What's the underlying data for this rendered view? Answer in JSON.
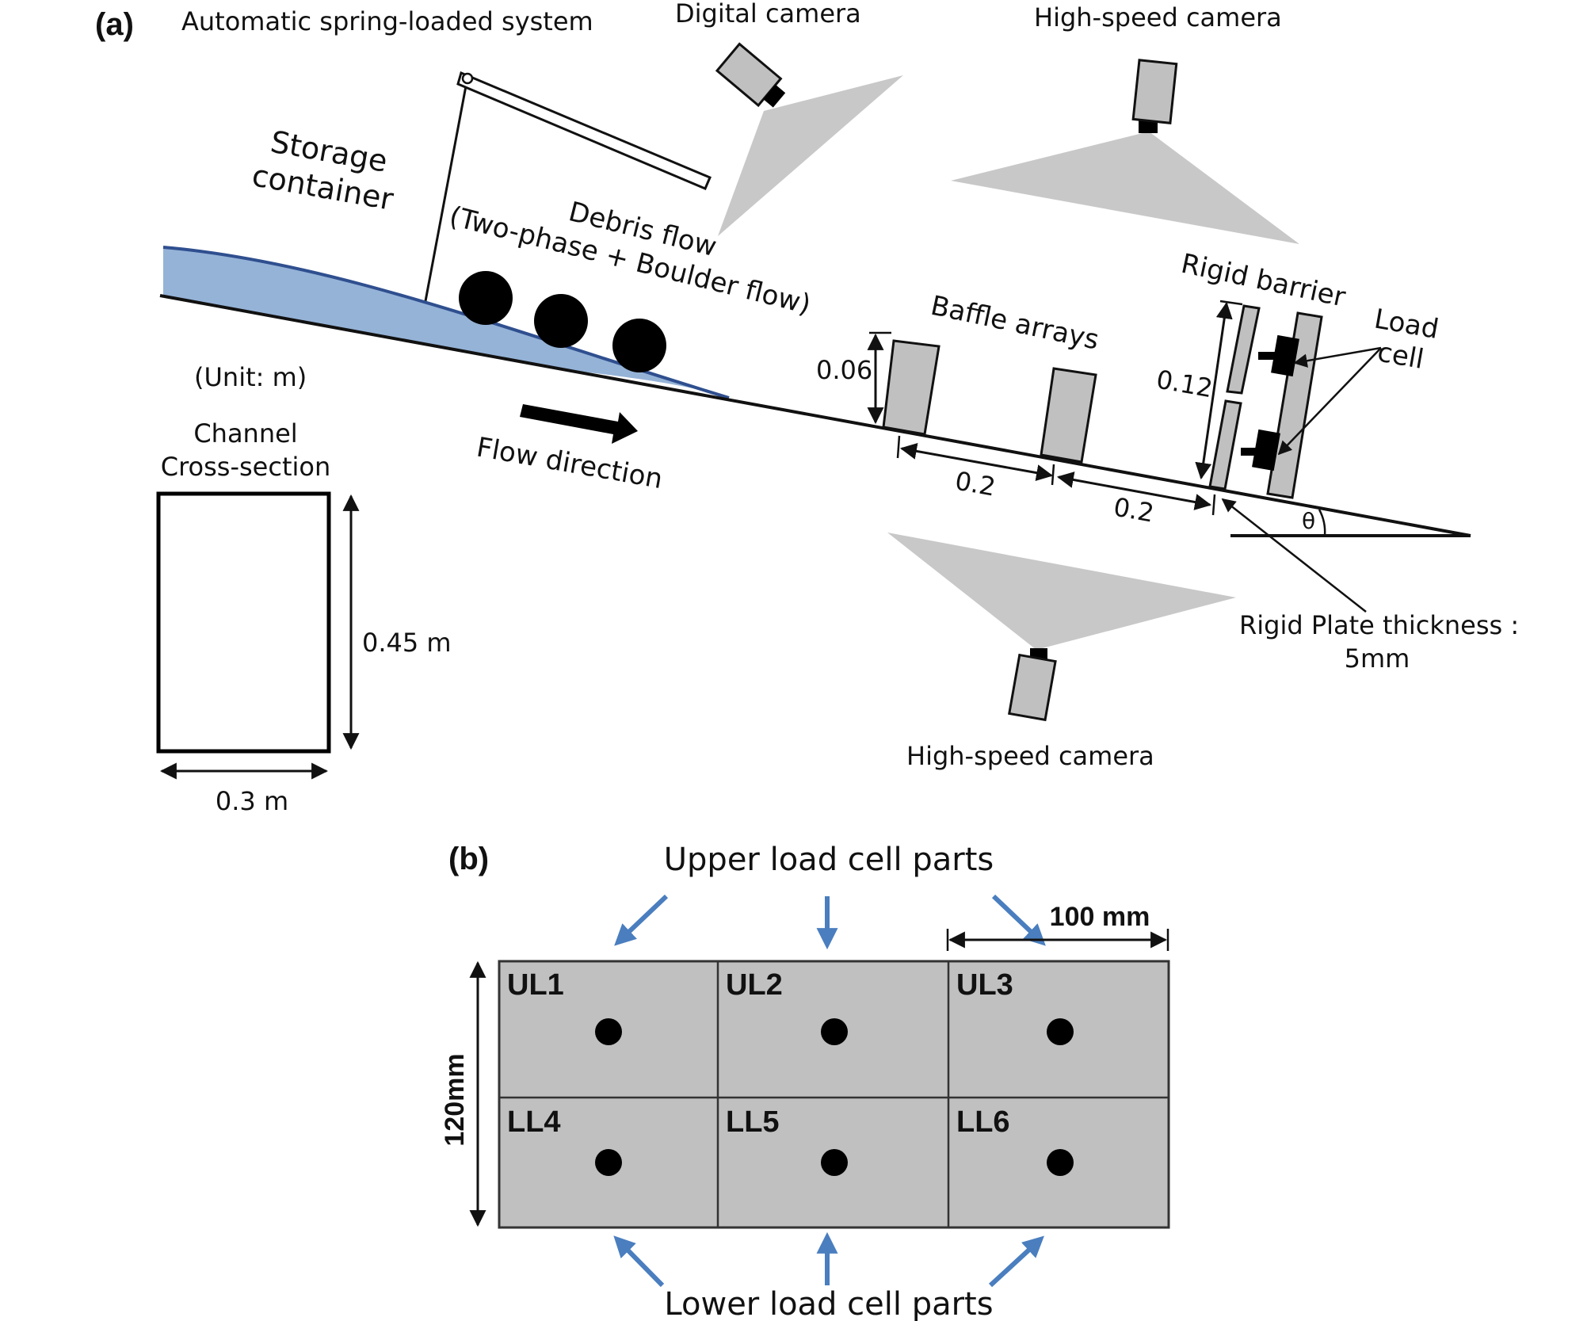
{
  "panel_a": {
    "panel_label": "(a)",
    "spring_system_label": "Automatic spring-loaded system",
    "digital_camera_label": "Digital camera",
    "high_speed_camera_top_label": "High-speed camera",
    "high_speed_camera_bottom_label": "High-speed camera",
    "storage_container_line1": "Storage",
    "storage_container_line2": "container",
    "debris_flow_line1": "Debris flow",
    "debris_flow_line2": "(Two-phase + Boulder flow)",
    "unit_label": "(Unit: m)",
    "channel_line1": "Channel",
    "channel_line2": "Cross-section",
    "channel_height": "0.45 m",
    "channel_width": "0.3 m",
    "flow_direction": "Flow direction",
    "baffle_arrays": "Baffle arrays",
    "baffle_height": "0.06",
    "baffle_spacing_1": "0.2",
    "baffle_spacing_2": "0.2",
    "rigid_barrier": "Rigid barrier",
    "barrier_height": "0.12",
    "load_cell_line1": "Load",
    "load_cell_line2": "cell",
    "theta": "θ",
    "plate_thickness_line1": "Rigid Plate thickness :",
    "plate_thickness_line2": "5mm"
  },
  "panel_b": {
    "panel_label": "(b)",
    "upper_parts": "Upper load cell parts",
    "lower_parts": "Lower load cell parts",
    "width_dim": "100 mm",
    "height_dim": "120mm",
    "cells_upper": [
      "UL1",
      "UL2",
      "UL3"
    ],
    "cells_lower": [
      "LL4",
      "LL5",
      "LL6"
    ],
    "arrow_color": "#4a7ebf",
    "cell_fill": "#c0c0c0"
  },
  "colors": {
    "flow_fill": "#95b3d7",
    "flow_stroke": "#2f4f8f",
    "camera_fill": "#c0c0c0",
    "cone_fill": "#c8c8c8"
  }
}
